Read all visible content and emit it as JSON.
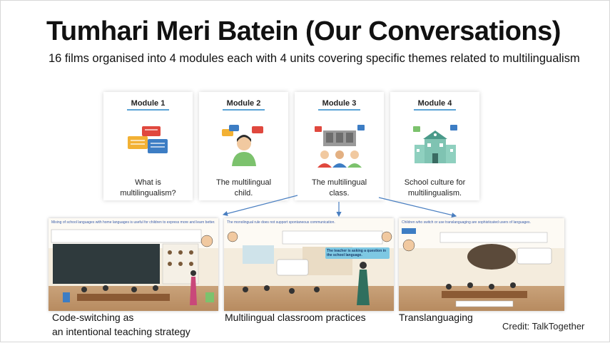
{
  "slide": {
    "title": "Tumhari Meri Batein (Our Conversations)",
    "subtitle": "16 films organised into 4 modules each with 4 units covering specific themes related to multilingualism",
    "modules": [
      {
        "label": "Module 1",
        "desc_line1": "What is",
        "desc_line2": "multilingualism?",
        "icon": "speech-bubbles-icon"
      },
      {
        "label": "Module 2",
        "desc_line1": "The multilingual",
        "desc_line2": "child.",
        "icon": "child-with-bubbles-icon"
      },
      {
        "label": "Module 3",
        "desc_line1": "The multilingual",
        "desc_line2": "class.",
        "icon": "classroom-scripts-icon"
      },
      {
        "label": "Module 4",
        "desc_line1": "School culture for",
        "desc_line2": "multilingualism.",
        "icon": "school-building-icon"
      }
    ],
    "films": [
      {
        "header": "Mixing of school languages with home languages is useful for children to express more and learn better.",
        "caption_line1": "Code-switching  as",
        "caption_line2": "an intentional teaching strategy"
      },
      {
        "header": "The monolingual rule does not support spontaneous communication.",
        "bubble": "The teacher is asking a question in the school language.",
        "caption_line1": "Multilingual classroom practices"
      },
      {
        "header": "Children who switch or use translanguaging are sophisticated users of languages.",
        "caption_line1": "Translanguaging"
      }
    ],
    "credit": "Credit: TalkTogether",
    "colors": {
      "underline": "#5ba4d6",
      "arrow": "#4a7fc1",
      "header_text": "#3b5da8"
    }
  }
}
